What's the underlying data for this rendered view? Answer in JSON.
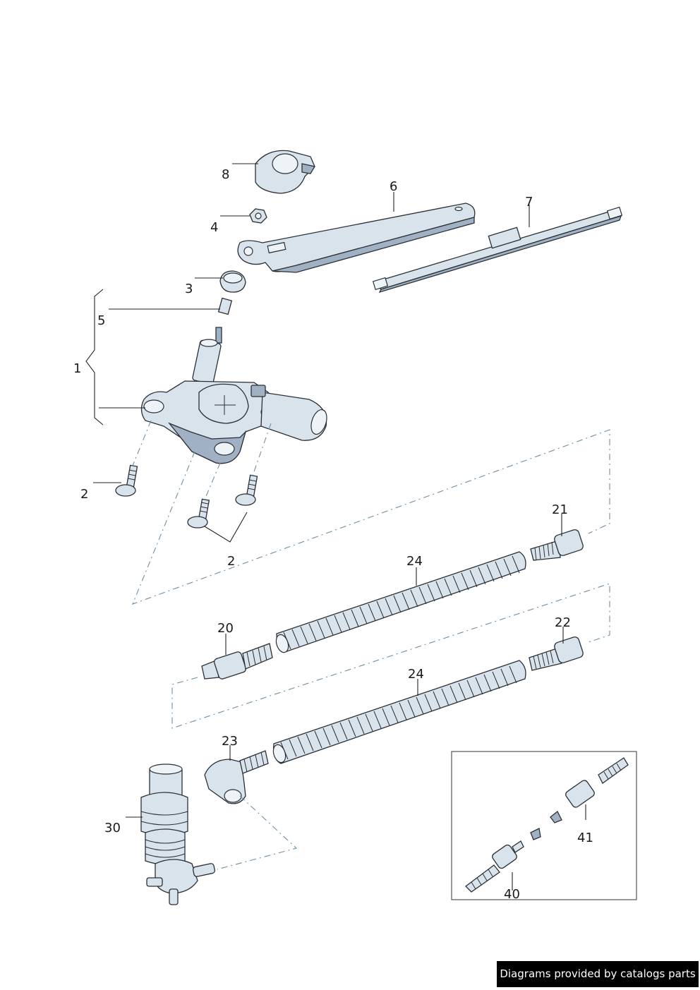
{
  "callouts": {
    "c1": "1",
    "c2a": "2",
    "c2b": "2",
    "c3": "3",
    "c4": "4",
    "c5": "5",
    "c6": "6",
    "c7": "7",
    "c8": "8",
    "c20": "20",
    "c21": "21",
    "c22": "22",
    "c23": "23",
    "c24a": "24",
    "c24b": "24",
    "c30": "30",
    "c40": "40",
    "c41": "41"
  },
  "footer": {
    "credit": "Diagrams provided by catalogs parts"
  }
}
